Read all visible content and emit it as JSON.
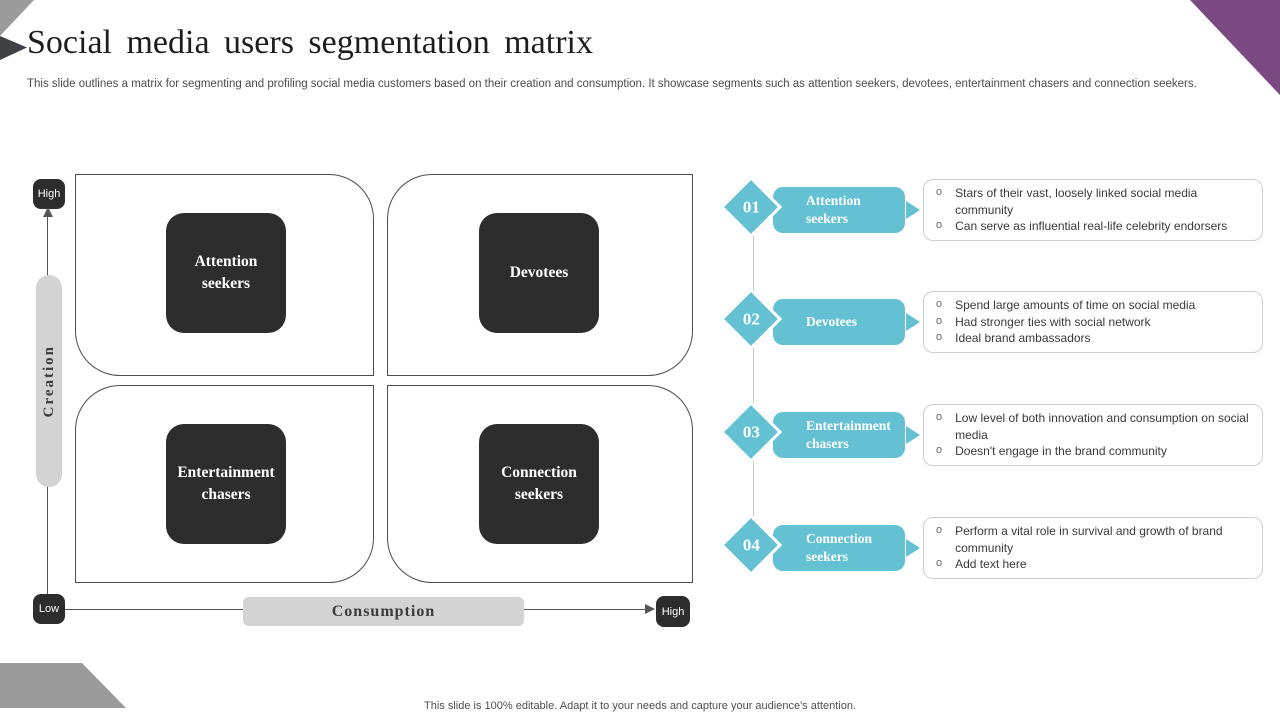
{
  "slide": {
    "title": "Social media users segmentation matrix",
    "subtitle": "This slide outlines a matrix for segmenting and profiling social media customers based on their creation and consumption. It showcase segments such as attention seekers, devotees, entertainment chasers and connection seekers.",
    "footer": "This slide is 100% editable. Adapt it to your needs and capture your audience's attention."
  },
  "colors": {
    "teal": "#63c1d3",
    "dark": "#2d2d2d",
    "dark_arrow": "#3e4146",
    "gray_bar": "#d3d3d3",
    "purple": "#7b4a82",
    "corner_gray": "#9b9b9b"
  },
  "matrix": {
    "origin_label": "Low",
    "y_axis": {
      "label": "Creation",
      "high": "High"
    },
    "x_axis": {
      "label": "Consumption",
      "high": "High"
    },
    "quadrants": [
      {
        "position": "top-left",
        "label": "Attention seekers"
      },
      {
        "position": "top-right",
        "label": "Devotees"
      },
      {
        "position": "bottom-left",
        "label": "Entertainment chasers"
      },
      {
        "position": "bottom-right",
        "label": "Connection seekers"
      }
    ]
  },
  "bullet_marker": "o",
  "segments": [
    {
      "number": "01",
      "label": "Attention seekers",
      "points": [
        "Stars of their vast, loosely linked social media community",
        "Can serve as influential real-life celebrity endorsers"
      ]
    },
    {
      "number": "02",
      "label": "Devotees",
      "points": [
        "Spend large amounts of time on social media",
        "Had stronger ties with social network",
        "Ideal brand ambassadors"
      ]
    },
    {
      "number": "03",
      "label": "Entertainment chasers",
      "points": [
        "Low level of both innovation and consumption on social media",
        "Doesn't engage in the brand community"
      ]
    },
    {
      "number": "04",
      "label": "Connection seekers",
      "points": [
        "Perform a vital role in survival and growth of brand community",
        "Add text here"
      ]
    }
  ]
}
